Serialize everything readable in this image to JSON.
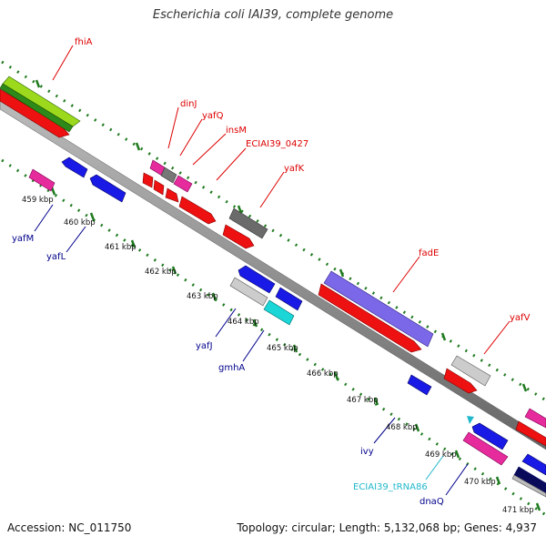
{
  "title": "Escherichia coli IAI39, complete genome",
  "footer": {
    "accession": "Accession: NC_011750",
    "summary": "Topology: circular; Length: 5,132,068 bp; Genes: 4,937"
  },
  "colors": {
    "forward_label": "#cc0000",
    "reverse_label": "#00008b",
    "rna_label": "#22b8cc",
    "backbone": "#888888",
    "dots": "#1f7a1f"
  },
  "ticks": [
    "459 kbp",
    "460 kbp",
    "461 kbp",
    "462 kbp",
    "463 kbp",
    "464 kbp",
    "465 kbp",
    "466 kbp",
    "467 kbp",
    "468 kbp",
    "469 kbp",
    "470 kbp",
    "471 kbp"
  ],
  "genes": [
    {
      "name": "fhiA",
      "strand": "forward",
      "label_color": "red"
    },
    {
      "name": "dinJ",
      "strand": "forward",
      "label_color": "red"
    },
    {
      "name": "yafQ",
      "strand": "forward",
      "label_color": "red"
    },
    {
      "name": "insM",
      "strand": "forward",
      "label_color": "red"
    },
    {
      "name": "ECIAI39_0427",
      "strand": "forward",
      "label_color": "red"
    },
    {
      "name": "yafK",
      "strand": "forward",
      "label_color": "red"
    },
    {
      "name": "fadE",
      "strand": "forward",
      "label_color": "red"
    },
    {
      "name": "yafV",
      "strand": "forward",
      "label_color": "red"
    },
    {
      "name": "yafM",
      "strand": "reverse",
      "label_color": "blue"
    },
    {
      "name": "yafL",
      "strand": "reverse",
      "label_color": "blue"
    },
    {
      "name": "yafJ",
      "strand": "reverse",
      "label_color": "blue"
    },
    {
      "name": "gmhA",
      "strand": "reverse",
      "label_color": "blue"
    },
    {
      "name": "ivy",
      "strand": "reverse",
      "label_color": "blue"
    },
    {
      "name": "ECIAI39_tRNA86",
      "strand": "reverse",
      "label_color": "cyan"
    },
    {
      "name": "dnaQ",
      "strand": "reverse",
      "label_color": "blue"
    }
  ]
}
